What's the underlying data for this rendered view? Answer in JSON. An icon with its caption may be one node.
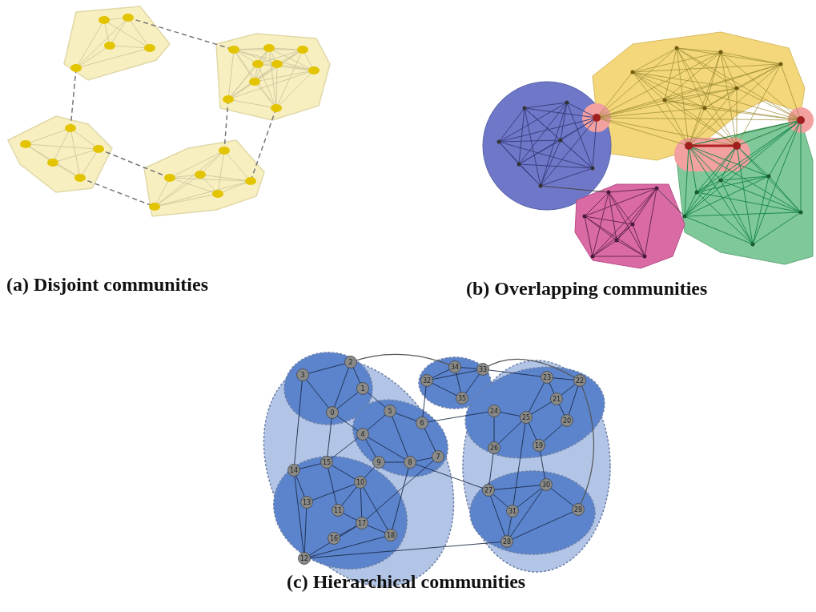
{
  "diagram": {
    "labels": [
      "(a) Disjoint communities",
      "(b) Overlapping communities",
      "2",
      "34",
      "33",
      "23",
      "3",
      "32",
      "22",
      "1",
      "35",
      "21",
      "0",
      "5",
      "24",
      "25",
      "20",
      "6",
      "4",
      "26",
      "19",
      "7",
      "15",
      "9",
      "8",
      "14",
      "10",
      "30",
      "27",
      "13",
      "11",
      "31",
      "29",
      "17",
      "18",
      "16",
      "28",
      "12",
      "(c) Hierarchical communities"
    ]
  }
}
